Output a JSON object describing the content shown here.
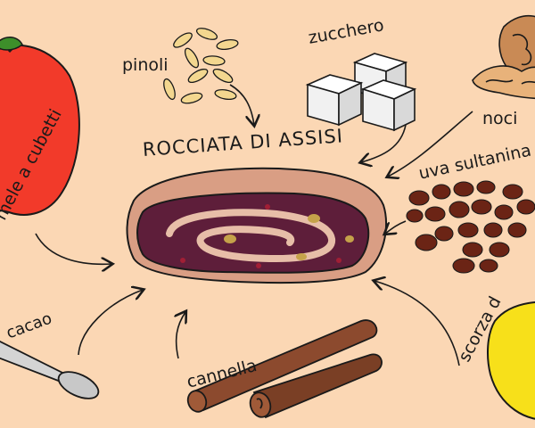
{
  "title": "ROCCIATA DI ASSISI",
  "ingredients": {
    "pinoli": "pinoli",
    "zucchero": "zucchero",
    "noci": "noci",
    "uva": "uva sultanina",
    "scorza": "scorza d",
    "cannella": "cannella",
    "cacao": "cacao",
    "mele": "mele a cubetti"
  },
  "colors": {
    "background": "#fbd7b4",
    "apple": "#f23a2a",
    "pastry": "#d99e84",
    "filling": "#5e1e3a",
    "cinnamon": "#8c4a2e",
    "lemon": "#f7e01a",
    "raisin": "#6b2415",
    "walnut": "#e8b27a"
  }
}
